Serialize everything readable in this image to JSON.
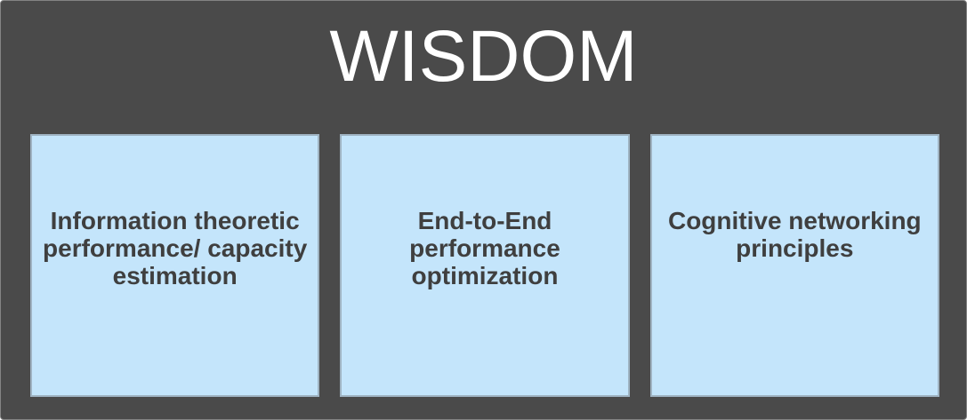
{
  "slide": {
    "title": "WISDOM",
    "boxes": [
      {
        "label": "Information theoretic\nperformance/ capacity\nestimation"
      },
      {
        "label": "End-to-End\nperformance\noptimization"
      },
      {
        "label": "Cognitive networking\nprinciples"
      }
    ]
  },
  "colors": {
    "background": "#4a4a4a",
    "edge": "#848484",
    "title_text": "#ffffff",
    "box_fill": "#c4e5fb",
    "box_border": "#9fb3c2",
    "box_text": "#3f3f3f"
  }
}
